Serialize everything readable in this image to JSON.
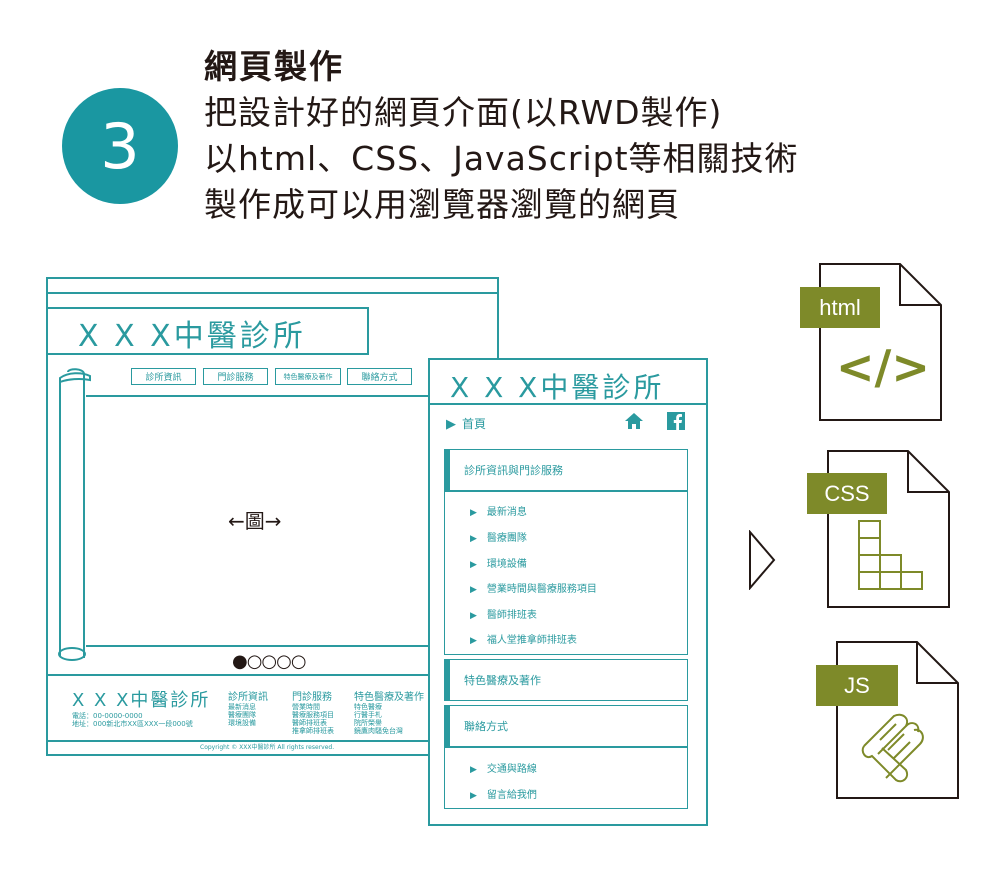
{
  "header": {
    "step_number": "3",
    "title": "網頁製作",
    "lines": [
      "把設計好的網頁介面(以RWD製作)",
      "以html、CSS、JavaScript等相關技術",
      "製作成可以用瀏覽器瀏覽的網頁"
    ]
  },
  "desktop": {
    "logo": "X X X中醫診所",
    "nav": [
      "診所資訊",
      "門診服務",
      "特色醫療及著作",
      "聯絡方式"
    ],
    "image_placeholder": "←圖→",
    "carousel_dots": "●○○○○",
    "footer": {
      "logo": "X X X中醫診所",
      "contact": [
        "電話：00-0000-0000",
        "地址：000新北市XX區XXX一段000號"
      ],
      "columns": [
        {
          "heading": "診所資訊",
          "items": [
            "最新消息",
            "醫療團隊",
            "環境設備"
          ]
        },
        {
          "heading": "門診服務",
          "items": [
            "營業時間",
            "醫療服務項目",
            "醫師排班表",
            "推拿師排班表"
          ]
        },
        {
          "heading": "特色醫療及著作",
          "items": [
            "特色醫療",
            "行醫手札",
            "院所榮譽",
            "鏡鷹肉騷免台灣"
          ]
        }
      ],
      "copyright": "Copyright © XXX中醫診所 All rights reserved."
    }
  },
  "mobile": {
    "logo": "X X X中醫診所",
    "home_label": "首頁",
    "home_icon": "home-icon",
    "facebook_icon": "facebook-icon",
    "section1": "診所資訊與門診服務",
    "section1_items": [
      "最新消息",
      "醫療團隊",
      "環境設備",
      "營業時間與醫療服務項目",
      "醫師排班表",
      "福人堂推拿師排班表"
    ],
    "section2": "特色醫療及著作",
    "section3": "聯絡方式",
    "section3_items": [
      "交通與路線",
      "留言給我們"
    ]
  },
  "files": {
    "html_label": "html",
    "html_glyph": "</>",
    "css_label": "CSS",
    "js_label": "JS"
  },
  "colors": {
    "teal": "#2a9a9f",
    "circle": "#1a97a1",
    "olive": "#7e8a29"
  }
}
